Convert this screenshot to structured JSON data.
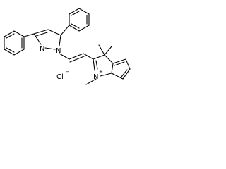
{
  "molecule": {
    "atoms": {
      "pyrazole_n1": "N",
      "pyrazole_n2": "N",
      "indolium_n": "N",
      "indolium_charge": "+",
      "chloride": "Cl",
      "chloride_charge": "−"
    }
  }
}
